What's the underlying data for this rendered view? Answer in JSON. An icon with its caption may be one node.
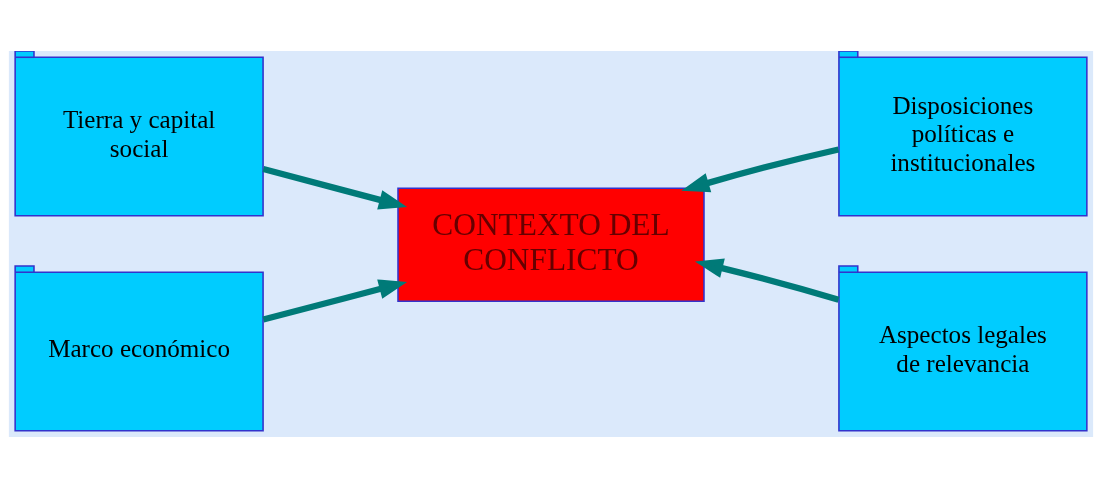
{
  "diagram": {
    "nodes": [
      {
        "text": [
          "Tierra y capital social"
        ]
      },
      {
        "text": [
          "Marco económico"
        ]
      },
      {
        "text": [
          "CONTEXTO DEL CONFLICTO"
        ]
      },
      {
        "text": [
          "Disposiciones políticas e institucionales"
        ]
      },
      {
        "text": [
          "Aspectos legales de relevancia"
        ]
      }
    ],
    "edges": [
      {
        "from": 0,
        "to": 2,
        "arrow": "to"
      },
      {
        "from": 1,
        "to": 2,
        "arrow": "to"
      },
      {
        "from": 3,
        "to": 2,
        "arrow": "to"
      },
      {
        "from": 4,
        "to": 2,
        "arrow": "to"
      }
    ]
  }
}
